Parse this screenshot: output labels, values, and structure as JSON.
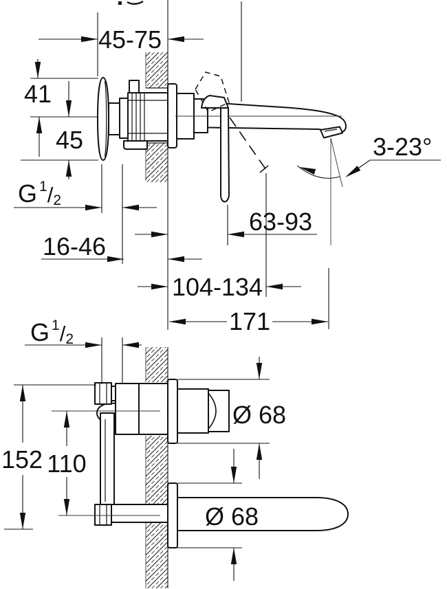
{
  "colors": {
    "line": "#111111",
    "background": "#ffffff"
  },
  "top_view": {
    "labels": {
      "depth_range": "45-75",
      "above_axis": "41",
      "below_axis": "45",
      "thread_g": "G",
      "thread_num": "1",
      "thread_slash": "/",
      "thread_den": "2",
      "wall_clearance": "16-46",
      "handle_projection": "63-93",
      "handle_open_projection": "104-134",
      "spout_reach": "171",
      "spout_angle": "3-23°"
    }
  },
  "bottom_view": {
    "labels": {
      "thread_g": "G",
      "thread_num": "1",
      "thread_slash": "/",
      "thread_den": "2",
      "overall_height": "152",
      "port_spacing": "110",
      "escutcheon_top_diameter": "Ø 68",
      "escutcheon_bottom_diameter": "Ø 68"
    }
  }
}
